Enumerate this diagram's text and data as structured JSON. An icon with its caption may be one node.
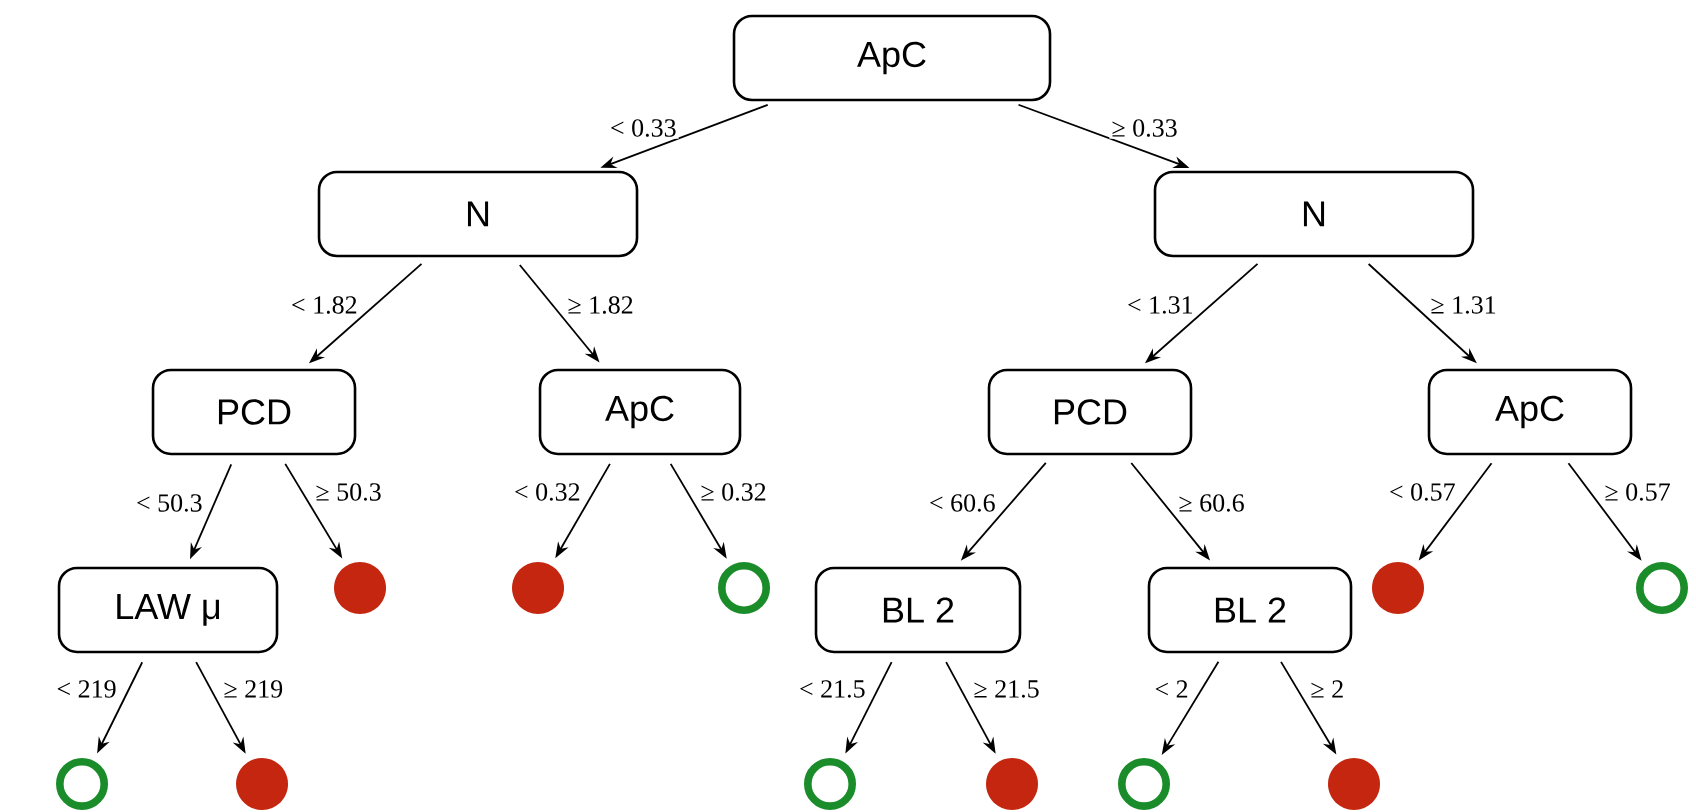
{
  "diagram": {
    "nodes": [
      {
        "text": [
          "ApC"
        ]
      },
      {
        "text": [
          "N"
        ]
      },
      {
        "text": [
          "N"
        ]
      },
      {
        "text": [
          "PCD"
        ]
      },
      {
        "text": [
          "ApC"
        ]
      },
      {
        "text": [
          "PCD"
        ]
      },
      {
        "text": [
          "ApC"
        ]
      },
      {
        "text": [
          "LAW μ"
        ]
      },
      {
        "text": [],
        "shape": "dot"
      },
      {
        "text": [],
        "shape": "dot"
      },
      {
        "text": [],
        "shape": "ring"
      },
      {
        "text": [
          "BL 2"
        ]
      },
      {
        "text": [
          "BL 2"
        ]
      },
      {
        "text": [],
        "shape": "dot"
      },
      {
        "text": [],
        "shape": "ring"
      },
      {
        "text": [],
        "shape": "ring"
      },
      {
        "text": [],
        "shape": "dot"
      },
      {
        "text": [],
        "shape": "ring"
      },
      {
        "text": [],
        "shape": "dot"
      },
      {
        "text": [],
        "shape": "ring"
      },
      {
        "text": [],
        "shape": "dot"
      }
    ],
    "edges": [
      {
        "from": 0,
        "to": 1,
        "arrow": "to",
        "label": "< 0.33"
      },
      {
        "from": 0,
        "to": 2,
        "arrow": "to",
        "label": "≥ 0.33"
      },
      {
        "from": 1,
        "to": 3,
        "arrow": "to",
        "label": "< 1.82"
      },
      {
        "from": 1,
        "to": 4,
        "arrow": "to",
        "label": "≥ 1.82"
      },
      {
        "from": 2,
        "to": 5,
        "arrow": "to",
        "label": "< 1.31"
      },
      {
        "from": 2,
        "to": 6,
        "arrow": "to",
        "label": "≥ 1.31"
      },
      {
        "from": 3,
        "to": 7,
        "arrow": "to",
        "label": "< 50.3"
      },
      {
        "from": 3,
        "to": 8,
        "arrow": "to",
        "label": "≥ 50.3"
      },
      {
        "from": 4,
        "to": 9,
        "arrow": "to",
        "label": "< 0.32"
      },
      {
        "from": 4,
        "to": 10,
        "arrow": "to",
        "label": "≥ 0.32"
      },
      {
        "from": 5,
        "to": 11,
        "arrow": "to",
        "label": "< 60.6"
      },
      {
        "from": 5,
        "to": 12,
        "arrow": "to",
        "label": "≥ 60.6"
      },
      {
        "from": 6,
        "to": 13,
        "arrow": "to",
        "label": "< 0.57"
      },
      {
        "from": 6,
        "to": 14,
        "arrow": "to",
        "label": "≥ 0.57"
      },
      {
        "from": 7,
        "to": 15,
        "arrow": "to",
        "label": "< 219"
      },
      {
        "from": 7,
        "to": 16,
        "arrow": "to",
        "label": "≥ 219"
      },
      {
        "from": 11,
        "to": 17,
        "arrow": "to",
        "label": "< 21.5"
      },
      {
        "from": 11,
        "to": 18,
        "arrow": "to",
        "label": "≥ 21.5"
      },
      {
        "from": 12,
        "to": 19,
        "arrow": "to",
        "label": "< 2"
      },
      {
        "from": 12,
        "to": 20,
        "arrow": "to",
        "label": "≥ 2"
      }
    ]
  }
}
